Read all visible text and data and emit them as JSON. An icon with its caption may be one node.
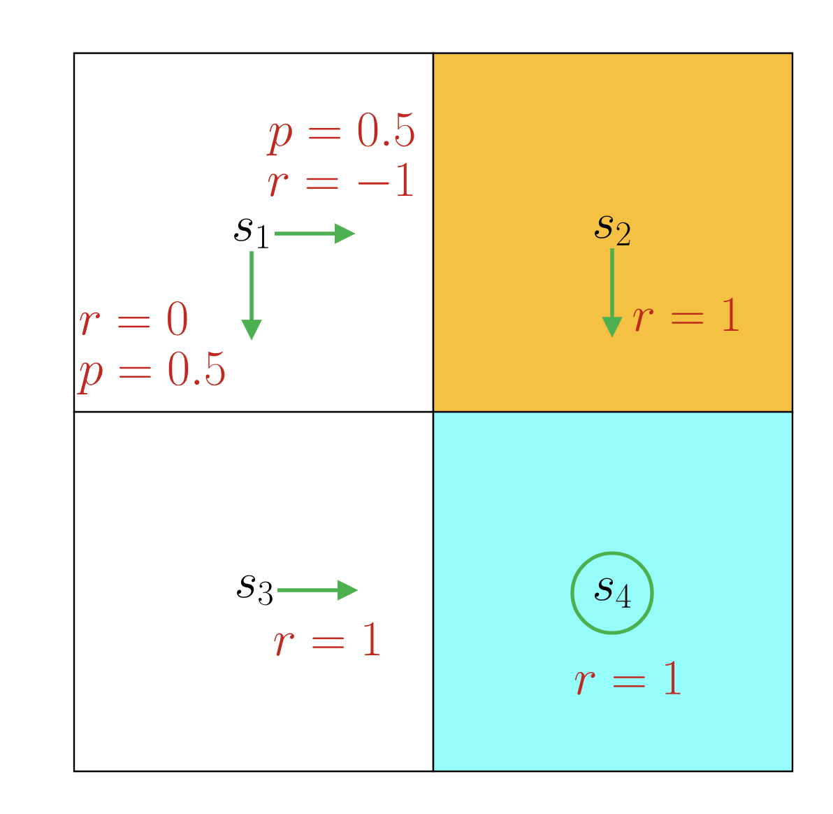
{
  "diagram": {
    "nodes": [
      {
        "text": [],
        "shape": "box"
      },
      {
        "text": [
          "s_1"
        ],
        "in": 0
      },
      {
        "text": [],
        "shape": "box"
      },
      {
        "text": [
          "s_2"
        ],
        "in": 2
      },
      {
        "text": [],
        "shape": "box"
      },
      {
        "text": [
          "s_3"
        ],
        "in": 4
      },
      {
        "text": [],
        "shape": "box"
      },
      {
        "text": [
          "s_4"
        ],
        "in": 6,
        "beside": [
          "r = 1"
        ]
      }
    ],
    "edges": [
      {
        "from": 1,
        "to": null,
        "arrow": "to",
        "label": "\\begin{array}{r}p = 0.5\\\\r = -1\\end{array}"
      },
      {
        "from": 1,
        "to": null,
        "arrow": "to",
        "label": "\\begin{array}{l}r = 0\\\\p = 0.5\\end{array}"
      },
      {
        "from": 3,
        "to": null,
        "arrow": "to",
        "label": "r = 1"
      },
      {
        "from": 5,
        "to": null,
        "arrow": "to",
        "label": "r = 1"
      }
    ]
  }
}
